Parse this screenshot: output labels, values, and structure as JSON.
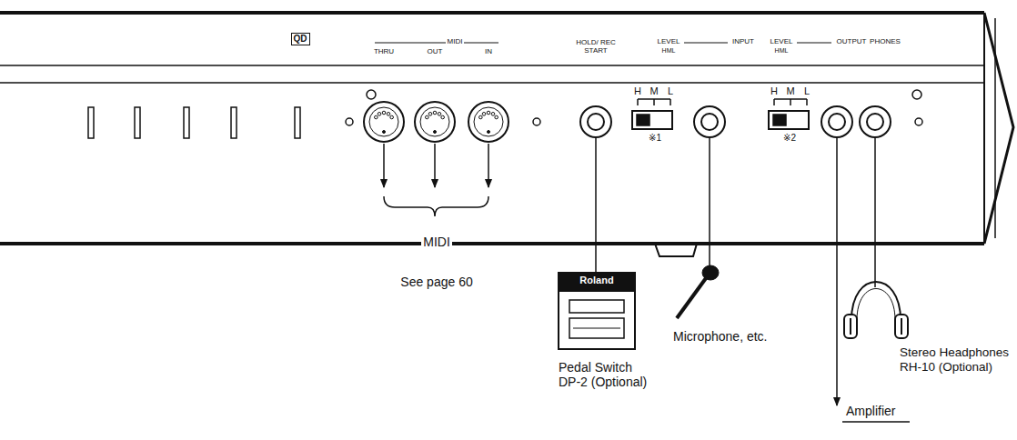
{
  "diagram": {
    "labels": [
      "QD",
      "MIDI",
      "THRU",
      "OUT",
      "IN",
      "HOLD/ REC START",
      "LEVEL",
      "INPUT",
      "HML",
      "LEVEL",
      "OUTPUT",
      "HML",
      "PHONES",
      "H",
      "M",
      "L",
      "※1",
      "H",
      "M",
      "L",
      "※2",
      "MIDI",
      "See page 60",
      "Roland",
      "Pedal Switch DP-2 (Optional)",
      "Microphone, etc.",
      "Stereo Headphones RH-10 (Optional)",
      "Amplifier"
    ]
  }
}
